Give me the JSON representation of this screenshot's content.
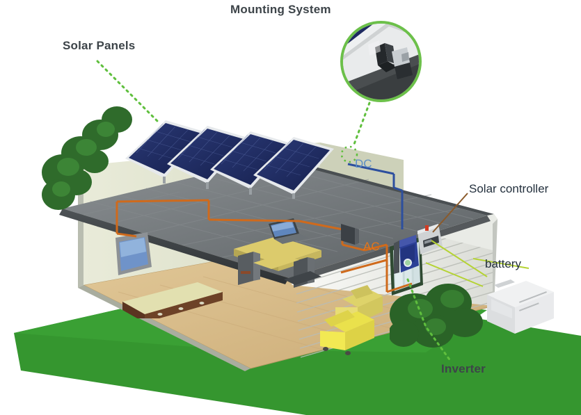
{
  "diagram": {
    "title": "Solar home power system cutaway illustration",
    "labels": {
      "mounting_system": "Mounting System",
      "solar_panels": "Solar Panels",
      "solar_controller": "Solar controller",
      "battery": "battery",
      "inverter": "Inverter",
      "dc": "DC",
      "ac": "AC"
    },
    "colors": {
      "label_bold": "#3d4449",
      "label_regular": "#23303d",
      "lawn_green": "#35962f",
      "leader_green": "#5fbf3d",
      "leader_yellow_green": "#b5d334",
      "leader_brown": "#8a5a2b",
      "dc_blue": "#5d8fc4",
      "ac_orange": "#e2761c",
      "panel_blue": "#1e2a60",
      "panel_frame": "#d9dde0",
      "roof_gray": "#6d7275",
      "wall_cream": "#dfe2cd",
      "siding_white": "#f1f1ee",
      "inverter_blue": "#2b3f96",
      "controller_gray": "#cfd2d4",
      "battery_gray": "#e3e5e6",
      "chair_yellow": "#e8d84a",
      "floor_wood": "#d8bd8c",
      "foliage_green": "#2f6b2b"
    },
    "components": [
      {
        "name": "solar-panel-array",
        "count": 4,
        "label": "Solar Panels"
      },
      {
        "name": "mounting-clamp-inset",
        "label": "Mounting System"
      },
      {
        "name": "solar-controller-unit",
        "label": "Solar controller"
      },
      {
        "name": "inverter-unit",
        "label": "Inverter"
      },
      {
        "name": "battery-unit",
        "label": "battery"
      },
      {
        "name": "dc-conduit",
        "label": "DC"
      },
      {
        "name": "ac-conduit",
        "label": "AC"
      }
    ],
    "interior": [
      {
        "name": "wall-tv",
        "label": "flat screen TV"
      },
      {
        "name": "bench-sofa",
        "label": "low bench"
      },
      {
        "name": "computer-desk",
        "label": "desk with laptop"
      },
      {
        "name": "armchair-left",
        "label": "yellow armchair"
      },
      {
        "name": "armchair-right",
        "label": "yellow armchair"
      }
    ]
  }
}
